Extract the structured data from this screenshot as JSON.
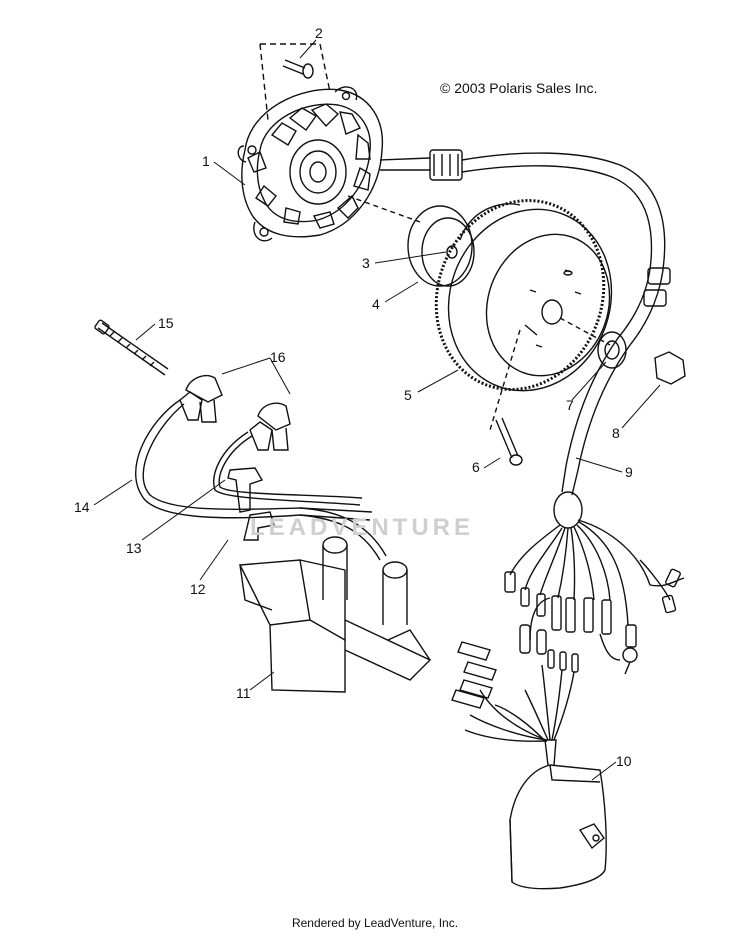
{
  "copyright": "© 2003 Polaris Sales Inc.",
  "footer": "Rendered by LeadVenture, Inc.",
  "watermark": "LEADVENTURE",
  "callouts": [
    "1",
    "2",
    "3",
    "4",
    "5",
    "6",
    "7",
    "8",
    "9",
    "10",
    "11",
    "12",
    "13",
    "14",
    "15",
    "16"
  ]
}
